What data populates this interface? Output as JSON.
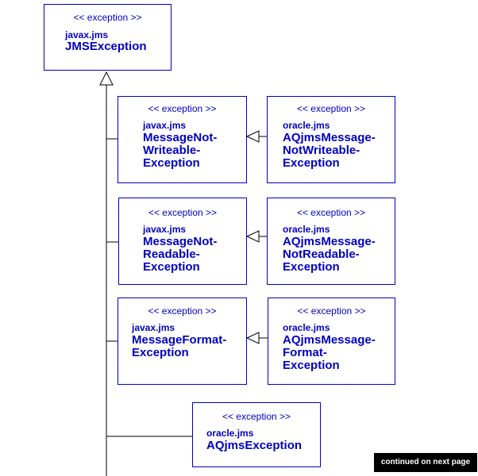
{
  "stereotype": "<< exception >>",
  "boxes": {
    "jms_exception": {
      "package": "javax.jms",
      "name": "JMSException"
    },
    "msg_not_writeable": {
      "package": "javax.jms",
      "name": "MessageNot-\nWriteable-\nException"
    },
    "aq_not_writeable": {
      "package": "oracle.jms",
      "name": "AQjmsMessage-\nNotWriteable-\nException"
    },
    "msg_not_readable": {
      "package": "javax.jms",
      "name": "MessageNot-\nReadable-\nException"
    },
    "aq_not_readable": {
      "package": "oracle.jms",
      "name": "AQjmsMessage-\nNotReadable-\nException"
    },
    "msg_format": {
      "package": "javax.jms",
      "name": "MessageFormat-\nException"
    },
    "aq_format": {
      "package": "oracle.jms",
      "name": "AQjmsMessage-\nFormat-\nException"
    },
    "aq_jms_exception": {
      "package": "oracle.jms",
      "name": "AQjmsException"
    }
  },
  "footer": {
    "continued": "continued on next page"
  },
  "colors": {
    "box_text": "#0000c0",
    "line": "#000000",
    "footer_bg": "#000000",
    "footer_text": "#ffffff"
  }
}
